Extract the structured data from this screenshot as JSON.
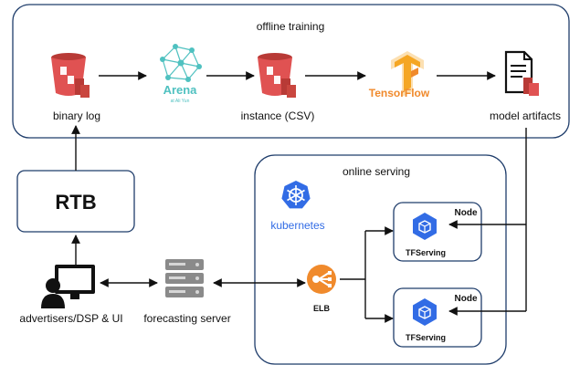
{
  "groups": {
    "offline": "offline training",
    "online": "online serving"
  },
  "nodes": {
    "binary_log": "binary log",
    "arena_logo": "Arena",
    "arena_sub": "at Ali Yun",
    "instance_csv": "instance (CSV)",
    "tensorflow": "TensorFlow",
    "model_artifacts": "model artifacts",
    "rtb": "RTB",
    "advertisers": "advertisers/DSP & UI",
    "forecasting": "forecasting server",
    "kubernetes": "kubernetes",
    "elb": "ELB",
    "node1_title": "Node",
    "node1_label": "TFServing",
    "node2_title": "Node",
    "node2_label": "TFServing"
  },
  "colors": {
    "group_border": "#1f3d6b",
    "bucket": "#e05252",
    "bucket_dark": "#b83a36",
    "arena_teal": "#4fc1c0",
    "tf_orange": "#f5a623",
    "k8s_blue": "#326ce5",
    "elb_orange": "#f08a2c"
  }
}
